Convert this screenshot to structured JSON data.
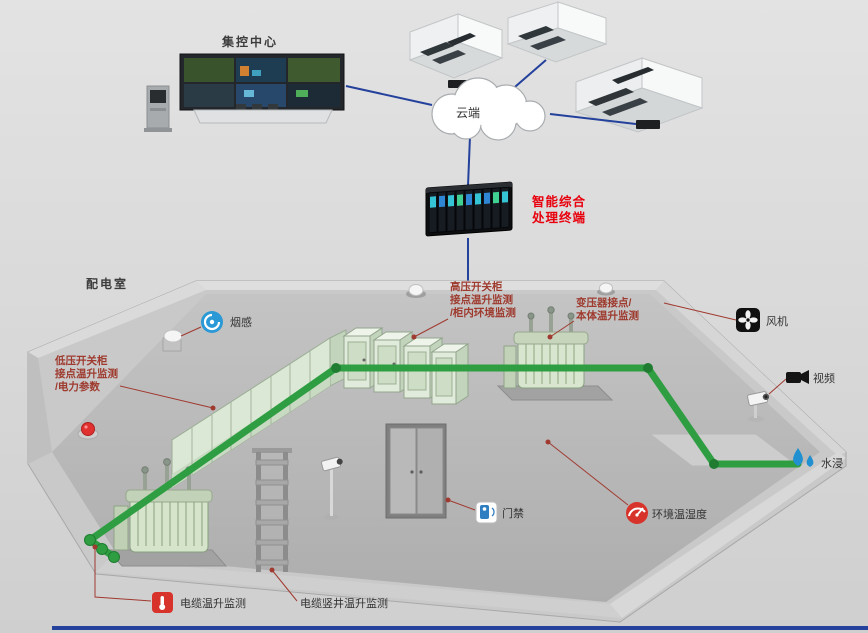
{
  "page": {
    "background": "#d9d9d9",
    "bottom_bar_color": "#24419c"
  },
  "colors": {
    "connection_blue": "#24419c",
    "leader_maroon": "#a03a30",
    "terminal_label_red": "#e8000d",
    "equipment_label_maroon": "#9e3a2e",
    "cable_tray_green": "#2f9e42",
    "cabinet_green": "#dce8d6",
    "smoke_icon_blue": "#2a99d6",
    "alarm_icon_red": "#d8332a"
  },
  "icons": {
    "smoke": "swirl-circle",
    "fan": "fan-blades-square",
    "video": "camcorder",
    "water": "water-drops",
    "door": "card-reader",
    "env": "gauge-circle",
    "cable": "thermometer-square"
  },
  "top": {
    "control_center_label": "集控中心",
    "cloud_label": "云端",
    "terminal_label": [
      "智能综合",
      "处理终端"
    ]
  },
  "room": {
    "label": "配电室",
    "callouts": {
      "lv": [
        "低压开关柜",
        "接点温升监测",
        "/电力参数"
      ],
      "hv": [
        "高压开关柜",
        "接点温升监测",
        "/柜内环境监测"
      ],
      "transformer": [
        "变压器接点/",
        "本体温升监测"
      ],
      "smoke": "烟感",
      "fan": "风机",
      "video": "视频",
      "water": "水浸",
      "door": "门禁",
      "env": "环境温湿度",
      "cable": "电缆温升监测",
      "shaft": "电缆竖井温升监测"
    }
  }
}
